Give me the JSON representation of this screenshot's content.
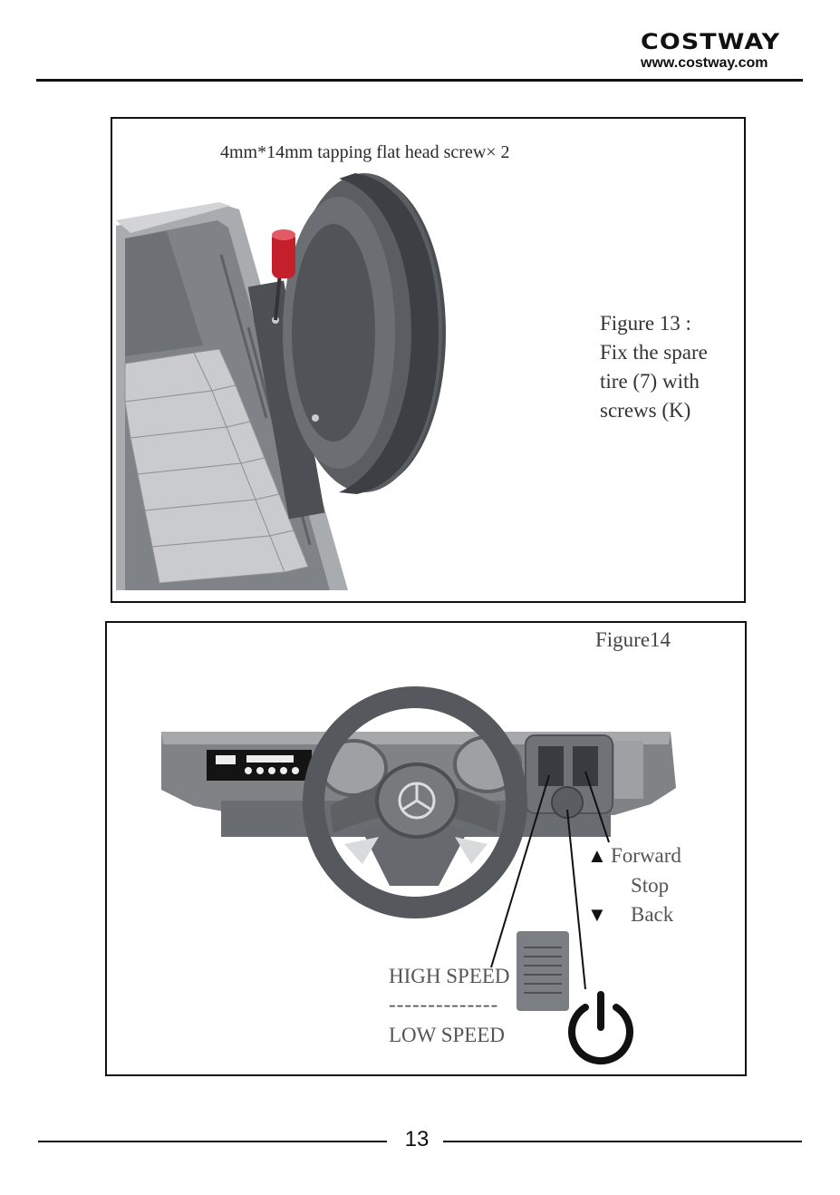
{
  "header": {
    "brand": "COSTWAY",
    "website": "www.costway.com"
  },
  "figure13": {
    "screw_note": "4mm*14mm tapping flat head screw× 2",
    "caption_lines": [
      "Figure 13 :",
      "Fix the spare",
      "tire (7) with",
      "screws (K)"
    ]
  },
  "figure14": {
    "title": "Figure14",
    "switch_labels": {
      "forward": "Forward",
      "stop": "Stop",
      "back": "Back"
    },
    "speed_labels": {
      "high": "HIGH SPEED",
      "divider": "--------------",
      "low": "LOW SPEED"
    },
    "icons": [
      "up-triangle-icon",
      "down-triangle-icon",
      "power-icon",
      "mercedes-logo-icon"
    ]
  },
  "footer": {
    "page_number": "13"
  },
  "colors": {
    "ink": "#111111",
    "part_dark": "#55585c",
    "part_mid": "#7d8084",
    "part_light": "#b5b8bb"
  }
}
